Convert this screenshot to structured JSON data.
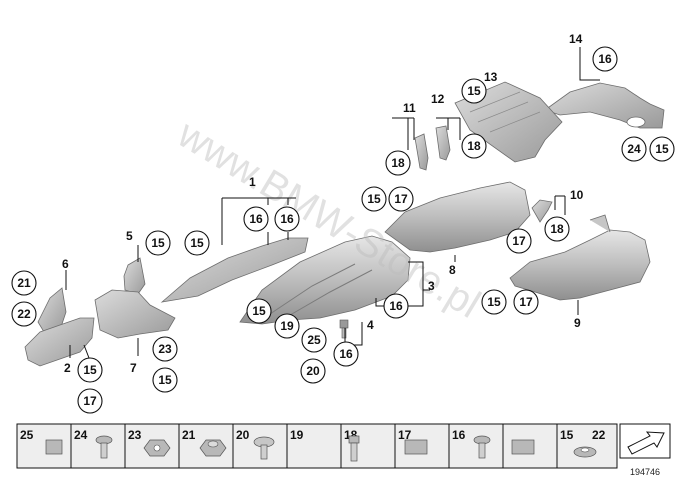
{
  "watermark": "www.BMW-Store.pl",
  "doc_id": "194746",
  "callouts": [
    "1",
    "2",
    "3",
    "4",
    "5",
    "6",
    "7",
    "8",
    "9",
    "10",
    "11",
    "12",
    "13",
    "14",
    "15",
    "16",
    "17",
    "18",
    "19",
    "20",
    "21",
    "22",
    "23",
    "24",
    "25"
  ],
  "legend": [
    "25",
    "24",
    "23",
    "21",
    "20",
    "19",
    "18",
    "17",
    "16",
    "15",
    "22"
  ],
  "colors": {
    "part_light": "#d7d7d7",
    "part_mid": "#b0b0b0",
    "part_dark": "#8a8a8a",
    "legend_bg": "#eeeeee",
    "line": "#111111"
  }
}
